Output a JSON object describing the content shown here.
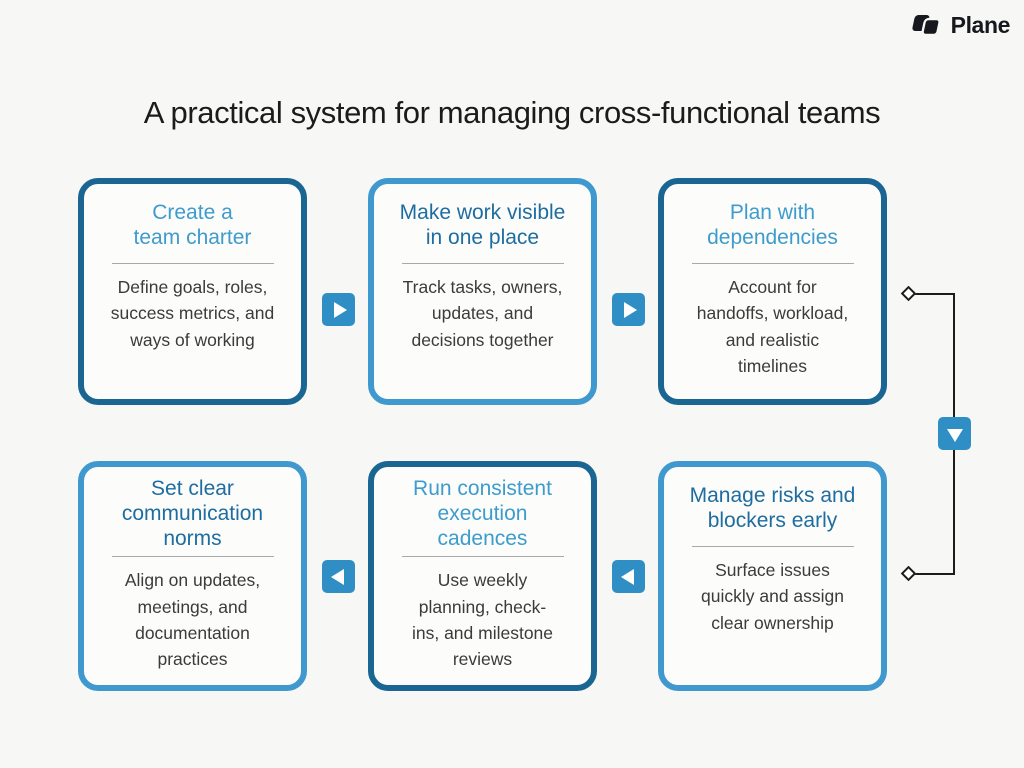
{
  "brand": {
    "name": "Plane",
    "logo_icon": "plane-logo-icon"
  },
  "title": "A practical system for managing cross-functional teams",
  "colors": {
    "background": "#f7f7f5",
    "card_background": "#fcfcfb",
    "border_dark": "#1a6592",
    "border_light": "#4099ce",
    "card_title_light_blue": "#3d9ccd",
    "card_title_dark_blue": "#1e6da1",
    "arrow_chip_fill": "#2f8fc5",
    "arrow_glyph": "#ffffff",
    "body_text": "#3b3b3b",
    "heading_text": "#1b1b1b",
    "divider": "#a9a9a9",
    "connector_line": "#1c1c1c"
  },
  "cards": [
    {
      "title": [
        "Create a",
        "team charter"
      ],
      "body": [
        "Define goals, roles,",
        "success metrics, and",
        "ways of working"
      ],
      "variant": "dark-border-light-title"
    },
    {
      "title": [
        "Make work visible",
        "in one place"
      ],
      "body": [
        "Track tasks, owners,",
        "updates, and",
        "decisions together"
      ],
      "variant": "light-border-dark-title"
    },
    {
      "title": [
        "Plan with",
        "dependencies"
      ],
      "body": [
        "Account for",
        "handoffs, workload,",
        "and realistic",
        "timelines"
      ],
      "variant": "dark-border-light-title"
    },
    {
      "title": [
        "Set clear",
        "communication",
        "norms"
      ],
      "body": [
        "Align on updates,",
        "meetings, and",
        "documentation",
        "practices"
      ],
      "variant": "light-border-dark-title"
    },
    {
      "title": [
        "Run consistent",
        "execution",
        "cadences"
      ],
      "body": [
        "Use weekly",
        "planning, check-",
        "ins, and milestone",
        "reviews"
      ],
      "variant": "dark-border-light-title"
    },
    {
      "title": [
        "Manage risks and",
        "blockers early"
      ],
      "body": [
        "Surface issues",
        "quickly and assign",
        "clear ownership"
      ],
      "variant": "light-border-dark-title"
    }
  ],
  "flow": {
    "arrows": [
      {
        "from": "card-1",
        "to": "card-2",
        "direction": "right"
      },
      {
        "from": "card-2",
        "to": "card-3",
        "direction": "right"
      },
      {
        "from": "card-3",
        "to": "card-6",
        "direction": "down",
        "shape": "elbow-connector-with-diamond-endpoints"
      },
      {
        "from": "card-5",
        "to": "card-4",
        "direction": "left"
      },
      {
        "from": "card-6",
        "to": "card-5",
        "direction": "left"
      }
    ]
  }
}
